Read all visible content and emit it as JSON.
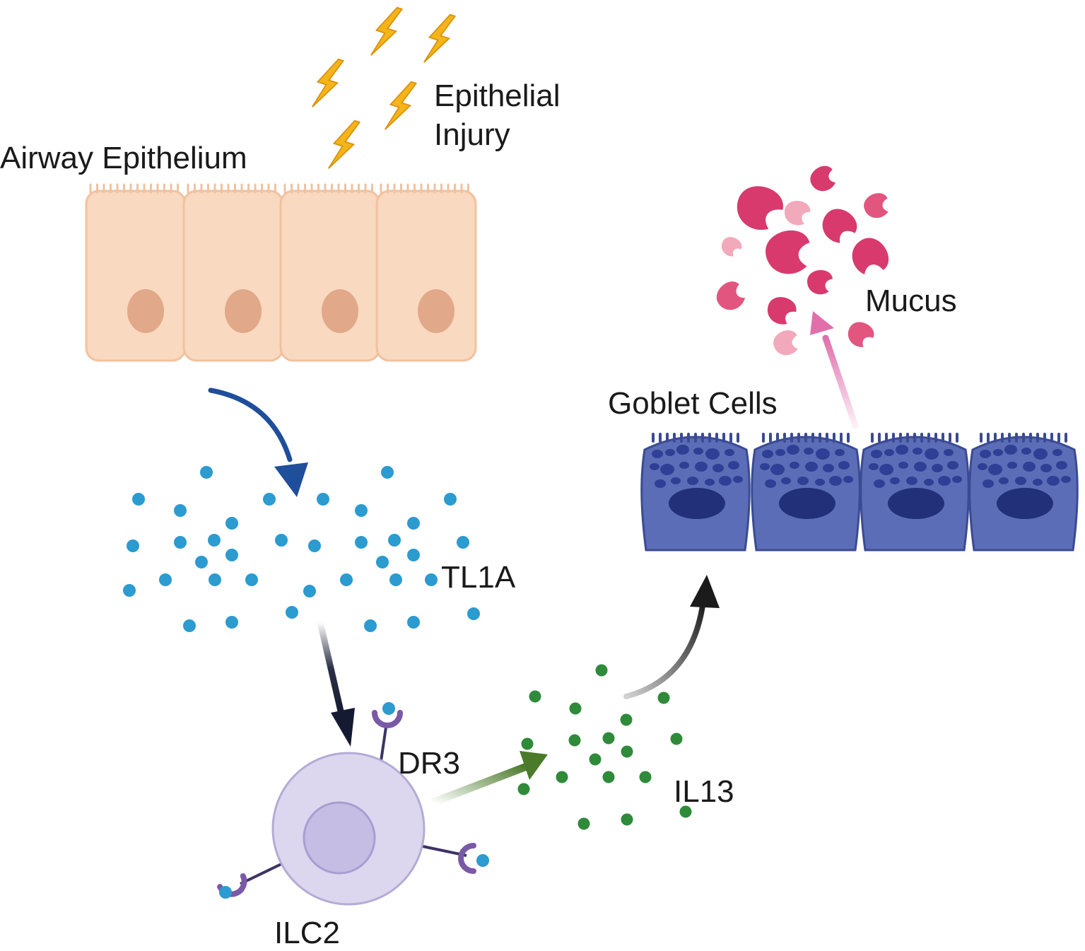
{
  "labels": {
    "airway_epithelium": "Airway Epithelium",
    "epithelial_injury_line1": "Epithelial",
    "epithelial_injury_line2": "Injury",
    "tl1a": "TL1A",
    "dr3": "DR3",
    "ilc2": "ILC2",
    "il13": "IL13",
    "goblet_cells": "Goblet Cells",
    "mucus": "Mucus"
  },
  "colors": {
    "epithelium_fill": "#f9d9bf",
    "epithelium_stroke": "#f0c2a0",
    "epithelium_nucleus": "#e1a88a",
    "lightning": "#f4b41a",
    "tl1a_dot": "#2b9bd0",
    "il13_dot": "#2f8a3a",
    "ilc2_outer": "#dcd7ee",
    "ilc2_inner": "#c5bde3",
    "receptor": "#7a59a6",
    "goblet_fill": "#5b6db6",
    "goblet_vesicle": "#2e3f95",
    "goblet_nucleus": "#223079",
    "mucus_dark": "#d83a6e",
    "mucus_mid": "#e2557f",
    "mucus_light": "#f2a9bb",
    "arrow_blue": "#1f4e9a",
    "arrow_navy": "#151a33",
    "arrow_green": "#4a7a2a",
    "arrow_black": "#1b1b1b",
    "arrow_pink": "#e06fab"
  }
}
